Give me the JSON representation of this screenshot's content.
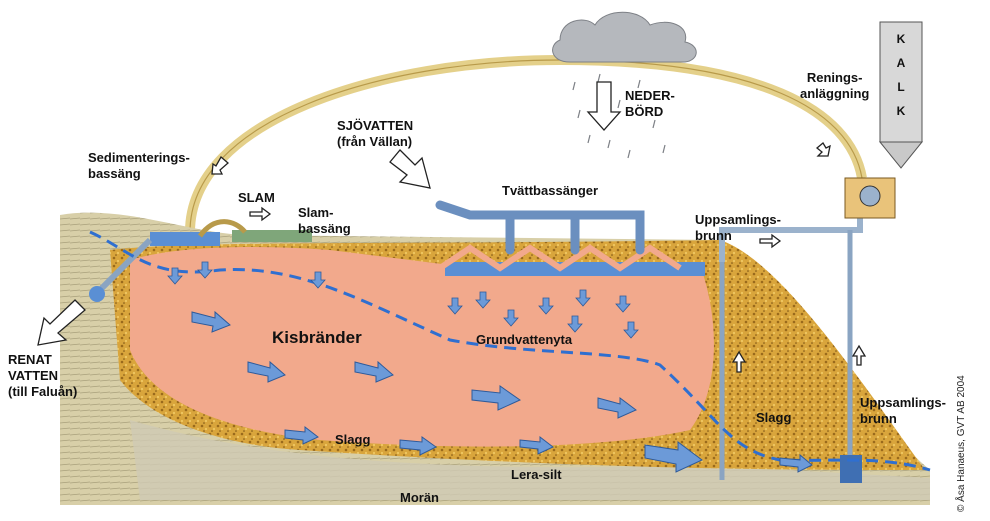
{
  "labels": {
    "sedimentering": "Sedimenterings-\nbassäng",
    "slam": "SLAM",
    "slambassang": "Slam-\nbassäng",
    "sjovatten": "SJÖVATTEN\n(från Vällan)",
    "tvattbassanger": "Tvättbassänger",
    "nederbord": "NEDER-\nBÖRD",
    "renings": "Renings-\nanläggning",
    "kalk": [
      "K",
      "A",
      "L",
      "K"
    ],
    "uppsamling_top": "Uppsamlings-\nbrunn",
    "uppsamling_right": "Uppsamlings-\nbrunn",
    "renat": "RENAT\nVATTEN\n(till Faluån)",
    "kisbrander": "Kisbränder",
    "grundvattenyta": "Grundvattenyta",
    "slagg_left": "Slagg",
    "slagg_right": "Slagg",
    "lera": "Lera-silt",
    "moran": "Morän",
    "copyright": "© Åsa Hanaeus, GVT AB 2004"
  },
  "colors": {
    "kisbrander": "#f2a98c",
    "slagg": "#d9a53c",
    "moran": "#cfc29a",
    "water": "#5a8fd4",
    "arrow": "#6c9ad8",
    "pipe": "#9bb2cc",
    "cloud": "#b5b8bd",
    "groundwater": "#2f6fd0"
  }
}
